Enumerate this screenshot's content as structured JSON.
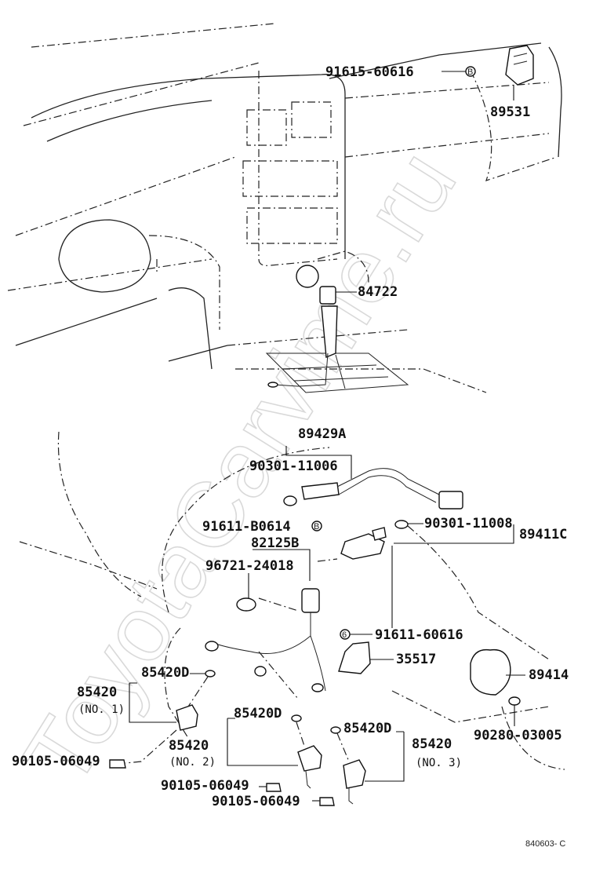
{
  "watermark": "ToyotaCarvime.ru",
  "diagram_code": "840603- C",
  "labels": {
    "p91615_60616": "91615-60616",
    "p89531": "89531",
    "p84722": "84722",
    "p89429A": "89429A",
    "p90301_11006": "90301-11006",
    "p91611_B0614": "91611-B0614",
    "p90301_11008": "90301-11008",
    "p89411C": "89411C",
    "p82125B": "82125B",
    "p96721_24018": "96721-24018",
    "p91611_60616": "91611-60616",
    "p35517": "35517",
    "p89414": "89414",
    "p85420D_a": "85420D",
    "p85420_a": "85420",
    "no1": "(NO. 1)",
    "p85420D_b": "85420D",
    "p85420_b": "85420",
    "no2": "(NO. 2)",
    "p85420D_c": "85420D",
    "p85420_c": "85420",
    "no3": "(NO. 3)",
    "p90105_06049_a": "90105-06049",
    "p90105_06049_b": "90105-06049",
    "p90105_06049_c": "90105-06049",
    "p90280_03005": "90280-03005"
  },
  "markers": {
    "bolt_letter": "B",
    "bolt_letter_b": "B",
    "bolt_letter_c": "6"
  }
}
